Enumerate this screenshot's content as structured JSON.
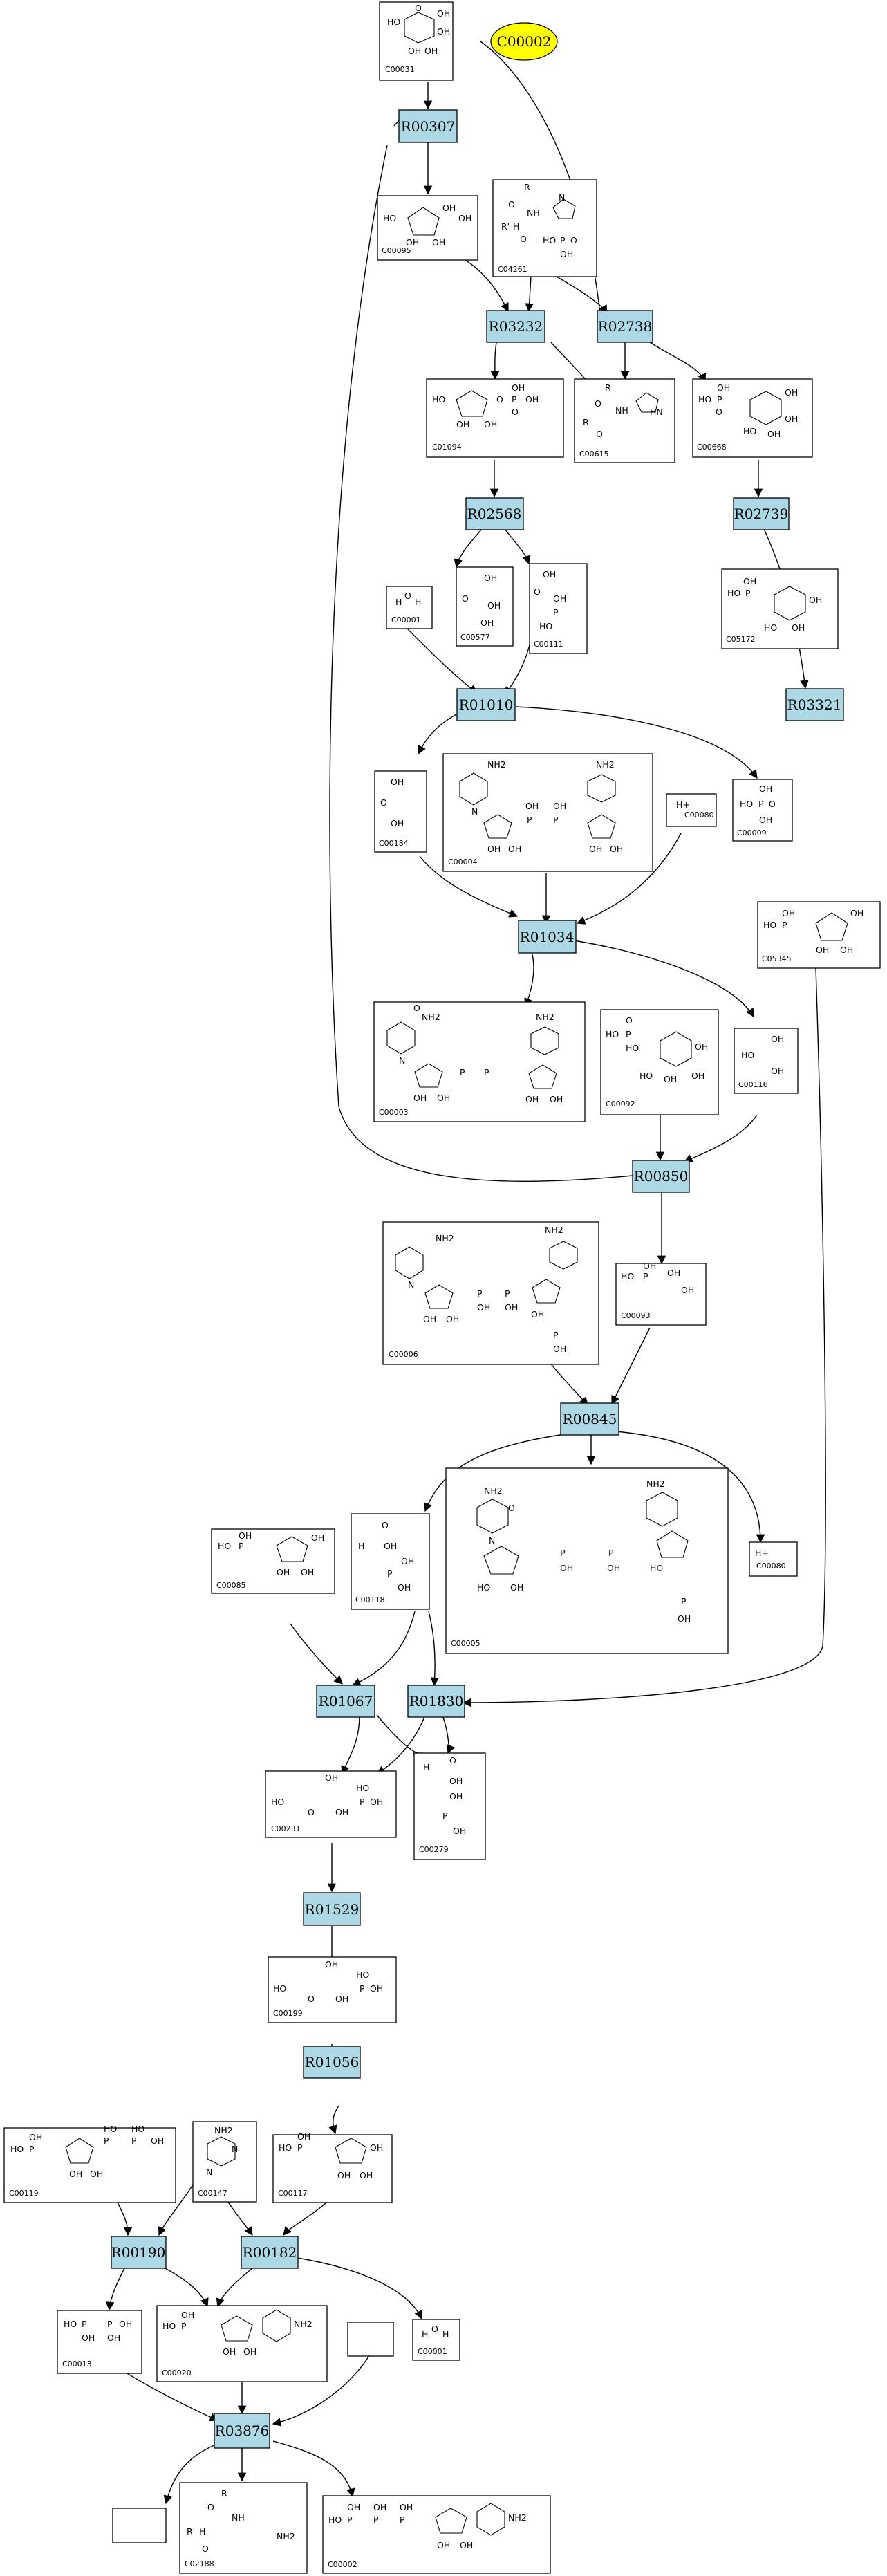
{
  "start_compound": {
    "label": "C00002",
    "color": "#ffff00"
  },
  "reactions": [
    {
      "id": "R00307"
    },
    {
      "id": "R03232"
    },
    {
      "id": "R02738"
    },
    {
      "id": "R02568"
    },
    {
      "id": "R02739"
    },
    {
      "id": "R01010"
    },
    {
      "id": "R03321"
    },
    {
      "id": "R01034"
    },
    {
      "id": "R00850"
    },
    {
      "id": "R00845"
    },
    {
      "id": "R01067"
    },
    {
      "id": "R01830"
    },
    {
      "id": "R01529"
    },
    {
      "id": "R01056"
    },
    {
      "id": "R00190"
    },
    {
      "id": "R00182"
    },
    {
      "id": "R03876"
    }
  ],
  "compounds": [
    {
      "id": "C00031"
    },
    {
      "id": "C00095"
    },
    {
      "id": "C04261"
    },
    {
      "id": "C01094"
    },
    {
      "id": "C00615"
    },
    {
      "id": "C00668"
    },
    {
      "id": "C00001"
    },
    {
      "id": "C00577"
    },
    {
      "id": "C00111"
    },
    {
      "id": "C05172"
    },
    {
      "id": "C00184"
    },
    {
      "id": "C00004"
    },
    {
      "id": "C00080"
    },
    {
      "id": "C00009"
    },
    {
      "id": "C05345"
    },
    {
      "id": "C00003"
    },
    {
      "id": "C00092"
    },
    {
      "id": "C00116"
    },
    {
      "id": "C00006"
    },
    {
      "id": "C00093"
    },
    {
      "id": "C00085"
    },
    {
      "id": "C00118"
    },
    {
      "id": "C00005"
    },
    {
      "id": "C00080"
    },
    {
      "id": "C00231"
    },
    {
      "id": "C00279"
    },
    {
      "id": "C00199"
    },
    {
      "id": "C00119"
    },
    {
      "id": "C00147"
    },
    {
      "id": "C00117"
    },
    {
      "id": "C00013"
    },
    {
      "id": "C00020"
    },
    {
      "id": "C00001"
    },
    {
      "id": ""
    },
    {
      "id": ""
    },
    {
      "id": "C02188"
    },
    {
      "id": "C00002"
    }
  ],
  "structure_text": {
    "ho": "HO",
    "oh": "OH",
    "o": "O",
    "p": "P",
    "n": "N",
    "h": "H",
    "r": "R",
    "r1": "R'",
    "nh2": "NH2",
    "nh": "NH",
    "hplus": "H+",
    "hn": "HN"
  },
  "colors": {
    "reaction_fill": "#add8e6",
    "start_fill": "#ffff00",
    "stroke": "#000000"
  }
}
